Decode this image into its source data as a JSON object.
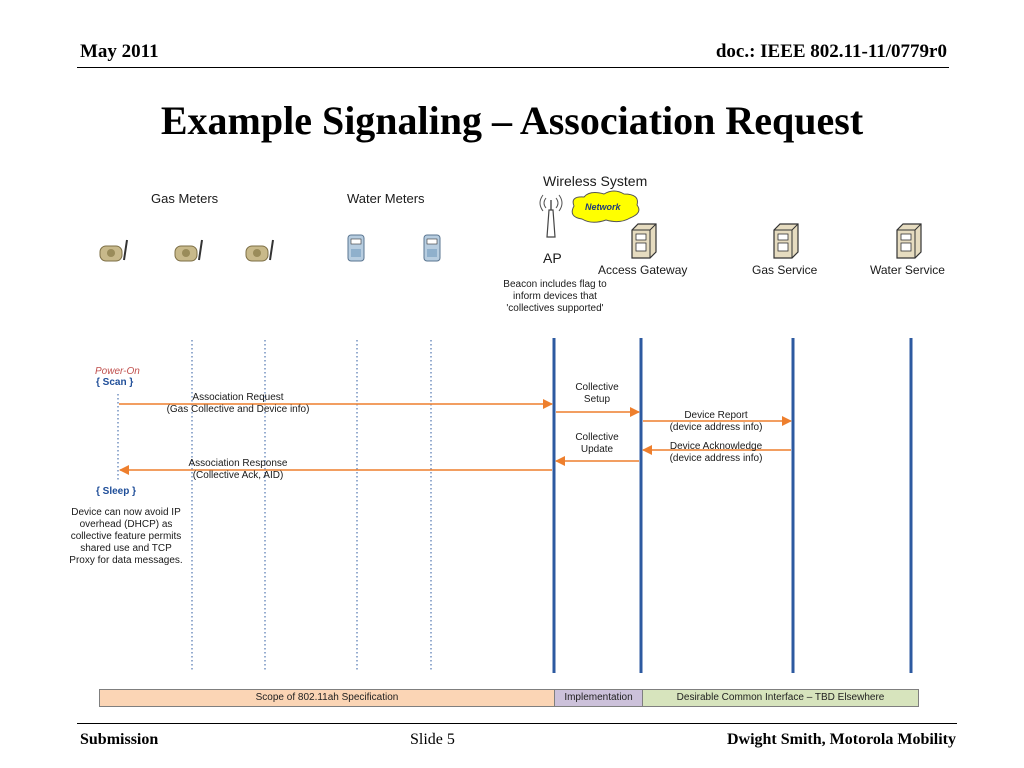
{
  "header": {
    "date": "May 2011",
    "doc": "doc.: IEEE 802.11-11/0779r0"
  },
  "title": "Example Signaling – Association Request",
  "entities": {
    "gas_meters": "Gas Meters",
    "water_meters": "Water Meters",
    "wireless_system": "Wireless System",
    "network": "Network",
    "ap": "AP",
    "access_gateway": "Access Gateway",
    "gas_service": "Gas Service",
    "water_service": "Water Service"
  },
  "beacon_note": [
    "Beacon includes flag to",
    "inform devices that",
    "'collectives supported'"
  ],
  "states": {
    "power_on": "Power-On",
    "scan": "{  Scan }",
    "sleep": "{  Sleep }"
  },
  "device_note": [
    "Device can now avoid IP",
    "overhead (DHCP) as",
    "collective feature permits",
    "shared use and TCP",
    "Proxy for data messages."
  ],
  "messages": {
    "assoc_request": [
      "Association Request",
      "(Gas Collective and Device info)"
    ],
    "collective_setup": [
      "Collective",
      "Setup"
    ],
    "device_report": [
      "Device Report",
      "(device address info)"
    ],
    "collective_update": [
      "Collective",
      "Update"
    ],
    "device_ack": [
      "Device Acknowledge",
      "(device address info)"
    ],
    "assoc_response": [
      "Association Response",
      "(Collective Ack, AID)"
    ]
  },
  "scope": {
    "spec": "Scope of 802.11ah Specification",
    "impl": "Implementation",
    "common": "Desirable Common Interface – TBD Elsewhere"
  },
  "colors": {
    "arrow": "#ee7f2d",
    "lifeline": "#2d5aa0",
    "spec_band": "#fbd5b5",
    "impl_band": "#ccc1da",
    "common_band": "#d7e4bd",
    "network_cloud": "#ffff00"
  },
  "footer": {
    "left": "Submission",
    "center": "Slide 5",
    "right": "Dwight Smith, Motorola Mobility"
  }
}
